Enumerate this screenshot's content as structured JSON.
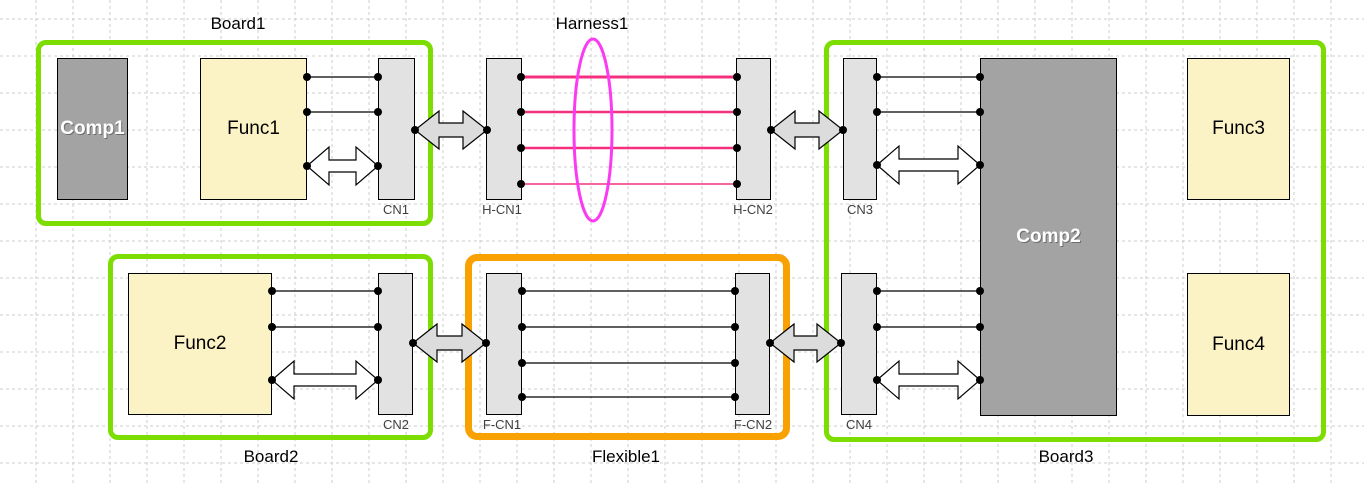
{
  "assemblies": {
    "board1": {
      "label": "Board1"
    },
    "board2": {
      "label": "Board2"
    },
    "board3": {
      "label": "Board3"
    },
    "harness1": {
      "label": "Harness1"
    },
    "flexible1": {
      "label": "Flexible1"
    }
  },
  "blocks": {
    "comp1": {
      "label": "Comp1"
    },
    "comp2": {
      "label": "Comp2"
    },
    "func1": {
      "label": "Func1"
    },
    "func2": {
      "label": "Func2"
    },
    "func3": {
      "label": "Func3"
    },
    "func4": {
      "label": "Func4"
    }
  },
  "connectors": {
    "cn1": {
      "label": "CN1"
    },
    "cn2": {
      "label": "CN2"
    },
    "cn3": {
      "label": "CN3"
    },
    "cn4": {
      "label": "CN4"
    },
    "h_cn1": {
      "label": "H-CN1"
    },
    "h_cn2": {
      "label": "H-CN2"
    },
    "f_cn1": {
      "label": "F-CN1"
    },
    "f_cn2": {
      "label": "F-CN2"
    }
  },
  "connections": [
    {
      "from": "Func1",
      "to": "CN1",
      "wires": 2,
      "bidirectional_bus": true
    },
    {
      "from": "CN1",
      "to": "H-CN1",
      "type": "mating"
    },
    {
      "from": "H-CN1",
      "to": "H-CN2",
      "wires": 4,
      "via": "Harness1"
    },
    {
      "from": "H-CN2",
      "to": "CN3",
      "type": "mating"
    },
    {
      "from": "CN3",
      "to": "Comp2",
      "wires": 2,
      "bidirectional_bus": true
    },
    {
      "from": "Func2",
      "to": "CN2",
      "wires": 2,
      "bidirectional_bus": true
    },
    {
      "from": "CN2",
      "to": "F-CN1",
      "type": "mating"
    },
    {
      "from": "F-CN1",
      "to": "F-CN2",
      "wires": 4,
      "via": "Flexible1"
    },
    {
      "from": "F-CN2",
      "to": "CN4",
      "type": "mating"
    },
    {
      "from": "CN4",
      "to": "Comp2",
      "wires": 2,
      "bidirectional_bus": true
    }
  ],
  "colors": {
    "board_outline": "#7cdd00",
    "flexible_outline": "#f8a100",
    "harness_wire": "#f5307f",
    "harness_bundle": "#fb3bf1",
    "component_fill": "#a3a3a3",
    "function_fill": "#fbf3c6",
    "connector_fill": "#e2e2e2",
    "arrow_external_fill": "#dcdcdc",
    "arrow_internal_fill": "#ffffff",
    "wire_color": "#000000",
    "grid_color": "#cdcdcd",
    "label_color": "#000000",
    "connector_label_color": "#404040"
  }
}
